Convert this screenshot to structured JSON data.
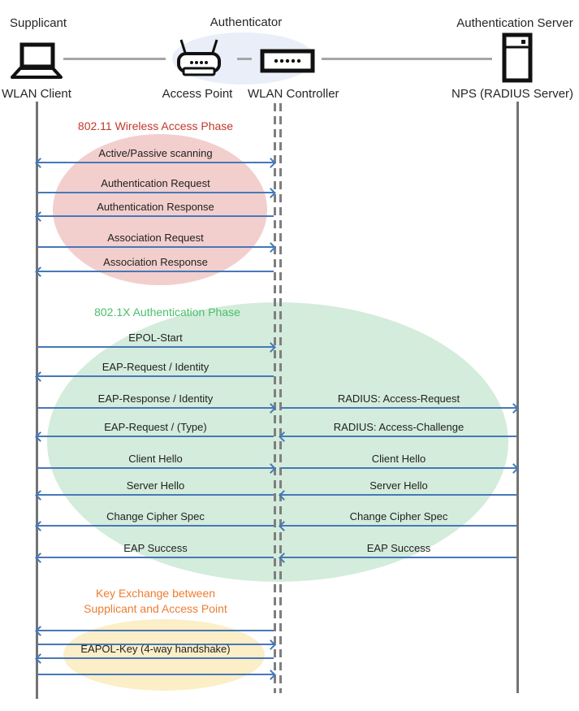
{
  "header": {
    "roles": [
      {
        "label": "Supplicant"
      },
      {
        "label": "Authenticator"
      },
      {
        "label": "Authentication Server"
      }
    ],
    "devices": [
      {
        "label": "WLAN Client"
      },
      {
        "label": "Access Point"
      },
      {
        "label": "WLAN Controller"
      },
      {
        "label": "NPS (RADIUS Server)"
      }
    ],
    "icons": [
      "laptop-icon",
      "access-point-icon",
      "wlan-controller-icon",
      "server-icon"
    ]
  },
  "phases": [
    {
      "title": "802.11 Wireless Access Phase",
      "title_color": "#C0392B",
      "fill": "#F2CFCD"
    },
    {
      "title": "802.1X Authentication Phase",
      "title_color": "#4BBE6B",
      "fill": "#D4ECDB"
    },
    {
      "title_line1": "Key Exchange between",
      "title_line2": "Supplicant and Access Point",
      "title_color": "#ED7D31",
      "fill": "#FCEEC6"
    }
  ],
  "messages": {
    "client_to_controller": [
      {
        "label": "Active/Passive scanning",
        "direction": "both"
      },
      {
        "label": "Authentication Request",
        "direction": "right"
      },
      {
        "label": "Authentication Response",
        "direction": "left"
      },
      {
        "label": "Association Request",
        "direction": "right"
      },
      {
        "label": "Association Response",
        "direction": "left"
      },
      {
        "label": "EPOL-Start",
        "direction": "right"
      },
      {
        "label": "EAP-Request / Identity",
        "direction": "left"
      },
      {
        "label": "EAP-Response / Identity",
        "direction": "right"
      },
      {
        "label": "EAP-Request / (Type)",
        "direction": "left"
      },
      {
        "label": "Client Hello",
        "direction": "right"
      },
      {
        "label": "Server Hello",
        "direction": "left"
      },
      {
        "label": "Change Cipher Spec",
        "direction": "left"
      },
      {
        "label": "EAP Success",
        "direction": "left"
      }
    ],
    "controller_to_server": [
      {
        "label": "RADIUS: Access-Request",
        "direction": "right"
      },
      {
        "label": "RADIUS: Access-Challenge",
        "direction": "left"
      },
      {
        "label": "Client Hello",
        "direction": "right"
      },
      {
        "label": "Server Hello",
        "direction": "left"
      },
      {
        "label": "Change Cipher Spec",
        "direction": "left"
      },
      {
        "label": "EAP Success",
        "direction": "left"
      }
    ],
    "key_exchange": [
      {
        "label": "",
        "direction": "left"
      },
      {
        "label": "",
        "direction": "right"
      },
      {
        "label": "EAPOL-Key (4-way handshake)",
        "direction": "left"
      },
      {
        "label": "",
        "direction": "right"
      }
    ]
  },
  "colors": {
    "arrow_blue": "#4678B8",
    "lifeline_gray": "#737373",
    "dashed_lifeline_gray": "#7F7F7F",
    "connector_gray": "#A6A6A6",
    "authenticator_halo_fill": "#E9EEF8",
    "icon_black": "#111111",
    "label_text": "#1F1F1F"
  }
}
